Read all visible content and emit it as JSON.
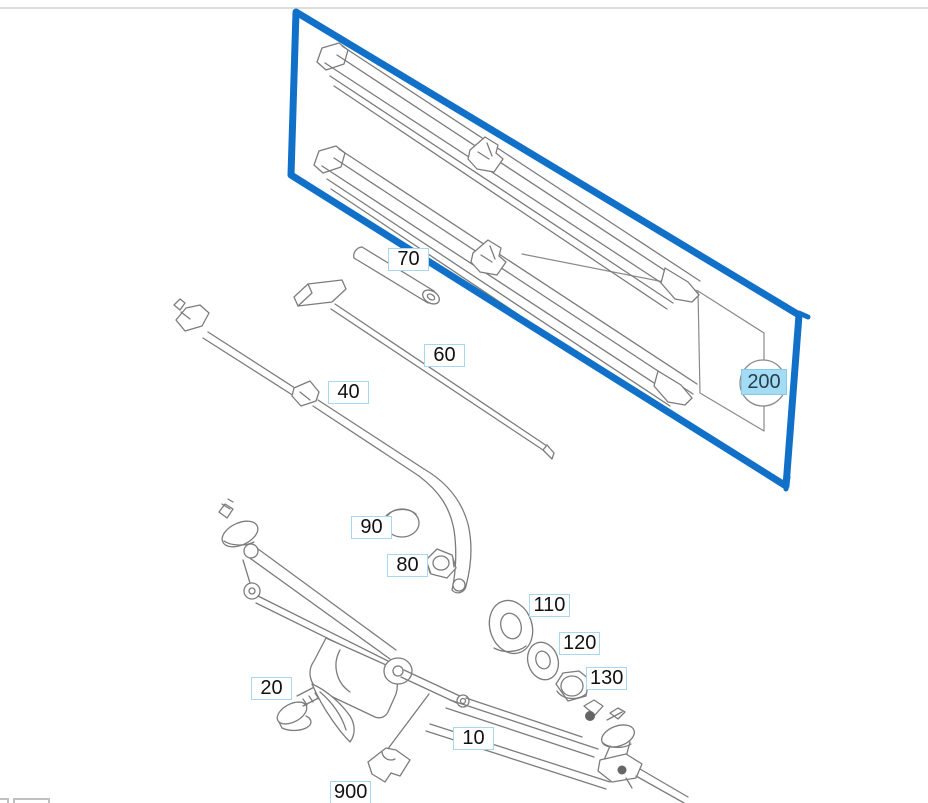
{
  "parts": {
    "p10": "10",
    "p20": "20",
    "p40": "40",
    "p60": "60",
    "p70": "70",
    "p80": "80",
    "p90": "90",
    "p110": "110",
    "p120": "120",
    "p130": "130",
    "p200": "200",
    "p900": "900"
  },
  "selection": {
    "selected_part": "200"
  },
  "colors": {
    "selection_border": "#1170c8",
    "label_border": "#a9d7ee",
    "selected_label_fill": "#a3dcf5",
    "line_art": "#7c7c7c",
    "callout_circle": "#8a8a8a",
    "top_rule": "#dcdcdc",
    "thumbnail_border": "#c0c0c0"
  }
}
